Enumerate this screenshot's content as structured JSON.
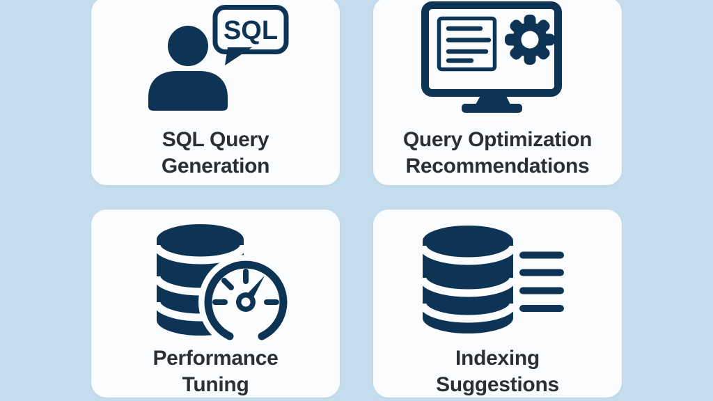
{
  "page": {
    "background_color": "#c5dcec",
    "card_color": "#fbfcfd",
    "icon_color": "#0e3455",
    "text_color": "#2a2f36"
  },
  "cards": [
    {
      "title_line1": "SQL Query",
      "title_line2": "Generation",
      "icon": "person-sql-speech-bubble-icon",
      "bubble_text": "SQL"
    },
    {
      "title_line1": "Query Optimization",
      "title_line2": "Recommendations",
      "icon": "monitor-code-gear-icon"
    },
    {
      "title_line1": "Performance",
      "title_line2": "Tuning",
      "icon": "database-speedometer-icon"
    },
    {
      "title_line1": "Indexing",
      "title_line2": "Suggestions",
      "icon": "database-index-list-icon"
    }
  ]
}
